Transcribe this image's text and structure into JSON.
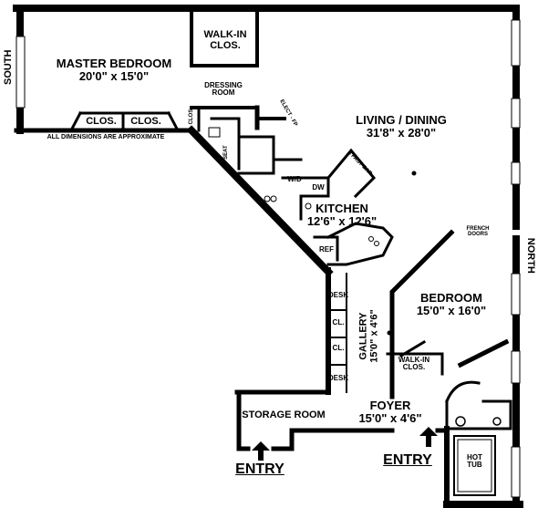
{
  "rooms": {
    "master_bedroom": {
      "name": "Master Bedroom",
      "dims": "20'0\" x 15'0\""
    },
    "walk_in_closet_master": {
      "name_line1": "Walk-In",
      "name_line2": "Clos."
    },
    "dressing_room": {
      "line1": "Dressing",
      "line2": "Room"
    },
    "closet_1": "Clos.",
    "closet_2": "Clos.",
    "small_closet": "Clos.",
    "living_dining": {
      "name": "Living / Dining",
      "dims": "31'8\" x 28'0\""
    },
    "kitchen": {
      "name": "Kitchen",
      "dims": "12'6\" x 12'6\""
    },
    "bedroom": {
      "name": "Bedroom",
      "dims": "15'0\" x 16'0\""
    },
    "walk_in_closet_bedroom": {
      "line1": "Walk-In",
      "line2": "Clos."
    },
    "gallery": {
      "name": "Gallery",
      "dims": "15'0\" x 4'6\""
    },
    "foyer": {
      "name": "Foyer",
      "dims": "15'0\" x 4'6\""
    },
    "storage_room": "Storage Room",
    "hot_tub": {
      "line1": "Hot",
      "line2": "Tub"
    }
  },
  "fixtures": {
    "seat": "Seat",
    "elect_fp": "Elect - FP",
    "wd": "W/D",
    "dw": "DW",
    "ref": "Ref",
    "breakfast_bar": "B'fast Bar",
    "french_doors_line1": "French",
    "french_doors_line2": "Doors",
    "desk_top": "Desk",
    "desk_bottom": "Desk",
    "cl_1": "Cl.",
    "cl_2": "Cl."
  },
  "compass": {
    "south": "South",
    "north": "North"
  },
  "note": "All dimensions are approximate",
  "entries": {
    "left": "Entry",
    "right": "Entry"
  }
}
